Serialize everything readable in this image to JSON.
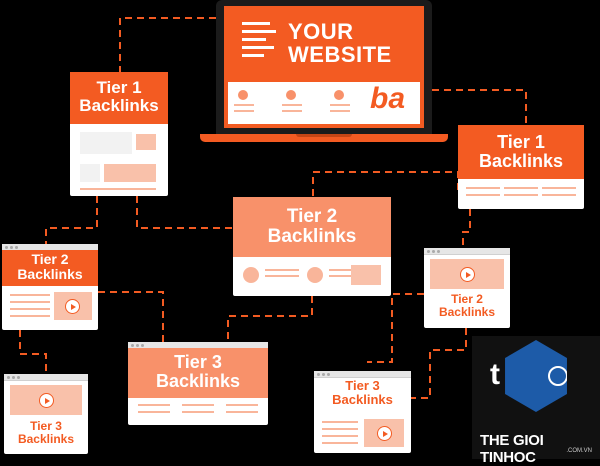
{
  "website": {
    "title_line1": "YOUR",
    "title_line2": "WEBSITE",
    "logo_text": "ba"
  },
  "tier1_left": {
    "line1": "Tier 1",
    "line2": "Backlinks"
  },
  "tier1_right": {
    "line1": "Tier 1",
    "line2": "Backlinks"
  },
  "tier2_center": {
    "line1": "Tier 2",
    "line2": "Backlinks"
  },
  "tier2_left": {
    "line1": "Tier 2",
    "line2": "Backlinks"
  },
  "tier2_right": {
    "line1": "Tier 2",
    "line2": "Backlinks"
  },
  "tier3_center": {
    "line1": "Tier 3",
    "line2": "Backlinks"
  },
  "tier3_left": {
    "line1": "Tier 3",
    "line2": "Backlinks"
  },
  "tier3_right": {
    "line1": "Tier 3",
    "line2": "Backlinks"
  },
  "watermark": {
    "name": "THE GIOI TINHOC",
    "domain": ".COM.VN"
  },
  "colors": {
    "accent": "#f35b22",
    "accent_light": "#f8916a",
    "background": "#000000"
  }
}
